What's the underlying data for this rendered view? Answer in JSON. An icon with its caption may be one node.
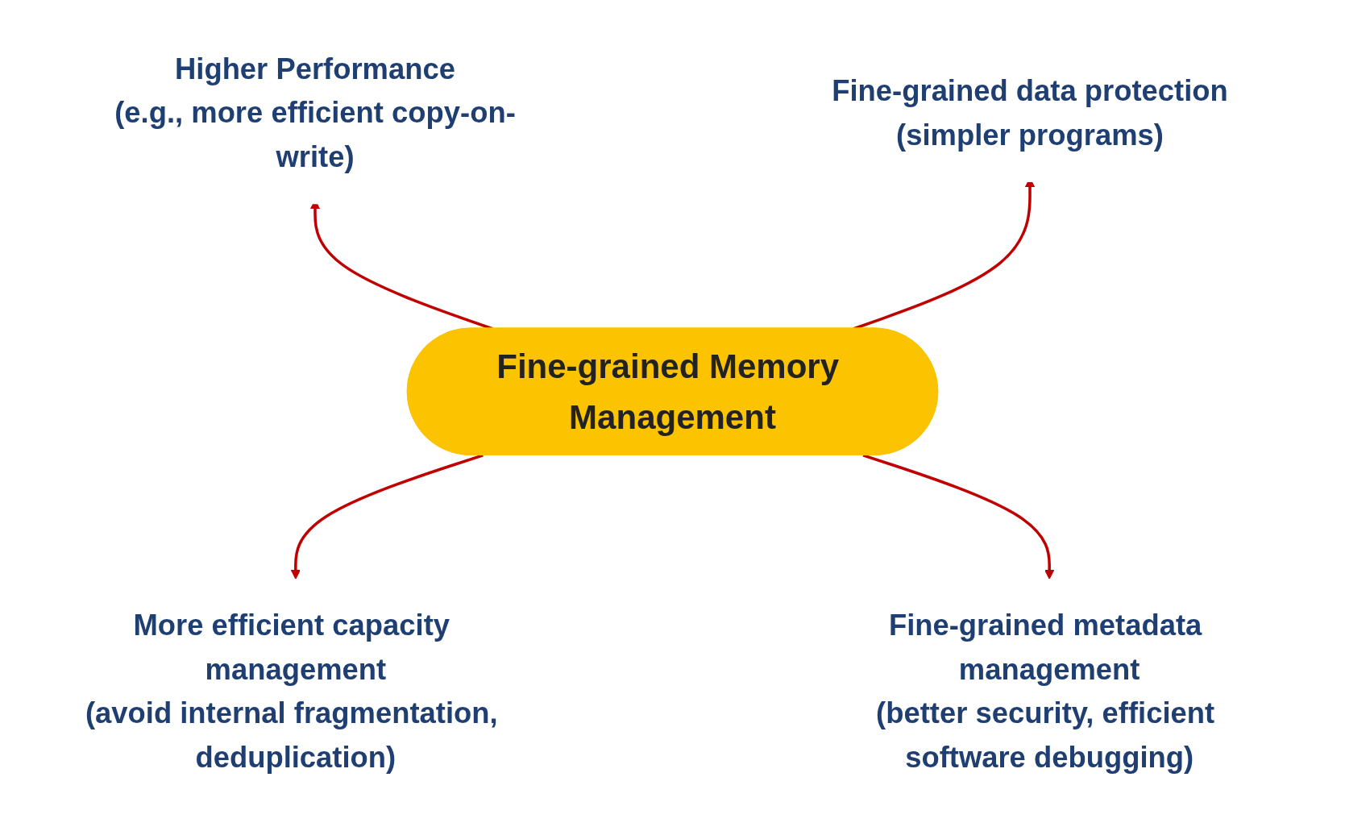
{
  "diagram": {
    "nodes": [
      {
        "text": [
          "Higher Performance",
          "(e.g., more efficient copy-on-write)"
        ]
      },
      {
        "text": [
          "Fine-grained data protection",
          "(simpler programs)"
        ]
      },
      {
        "text": [
          "Fine-grained Memory Management"
        ]
      },
      {
        "text": [
          "More efficient capacity management",
          "(avoid internal fragmentation, deduplication)"
        ]
      },
      {
        "text": [
          "Fine-grained metadata management",
          "(better security, efficient software debugging)"
        ]
      }
    ],
    "edges": [
      {
        "from": 2,
        "to": 0,
        "arrow": "to"
      },
      {
        "from": 2,
        "to": 1,
        "arrow": "to"
      },
      {
        "from": 2,
        "to": 3,
        "arrow": "to"
      },
      {
        "from": 2,
        "to": 4,
        "arrow": "to"
      }
    ]
  }
}
